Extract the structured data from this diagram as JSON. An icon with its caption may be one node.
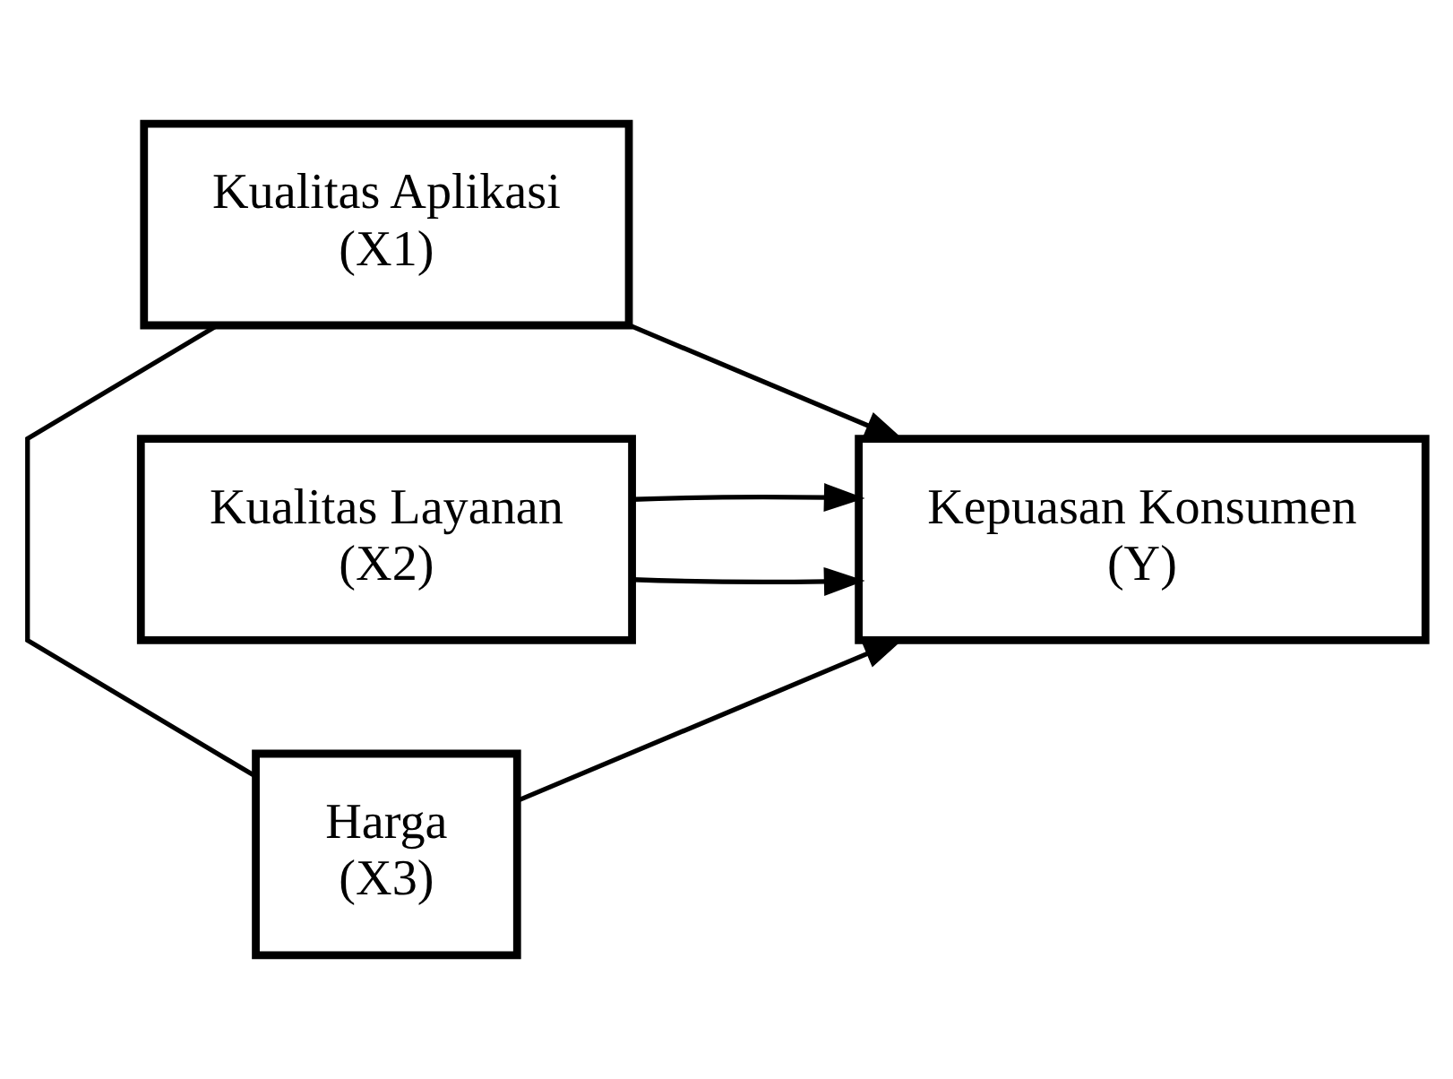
{
  "diagram": {
    "nodes": [
      {
        "text": [
          "Kualitas Aplikasi",
          "(X1)"
        ]
      },
      {
        "text": [
          "Kualitas Layanan",
          "(X2)"
        ]
      },
      {
        "text": [
          "Harga",
          "(X3)"
        ]
      },
      {
        "text": [
          "Kepuasan Konsumen",
          "(Y)"
        ]
      }
    ],
    "edges": [
      {
        "from": 0,
        "to": 3,
        "arrow": "to"
      },
      {
        "from": 1,
        "to": 3,
        "arrow": "to"
      },
      {
        "from": 2,
        "to": 3,
        "arrow": "to"
      },
      {
        "from": 0,
        "to": 2,
        "arrow": "none"
      },
      {
        "from": 1,
        "to": 3,
        "arrow": "to"
      }
    ]
  }
}
